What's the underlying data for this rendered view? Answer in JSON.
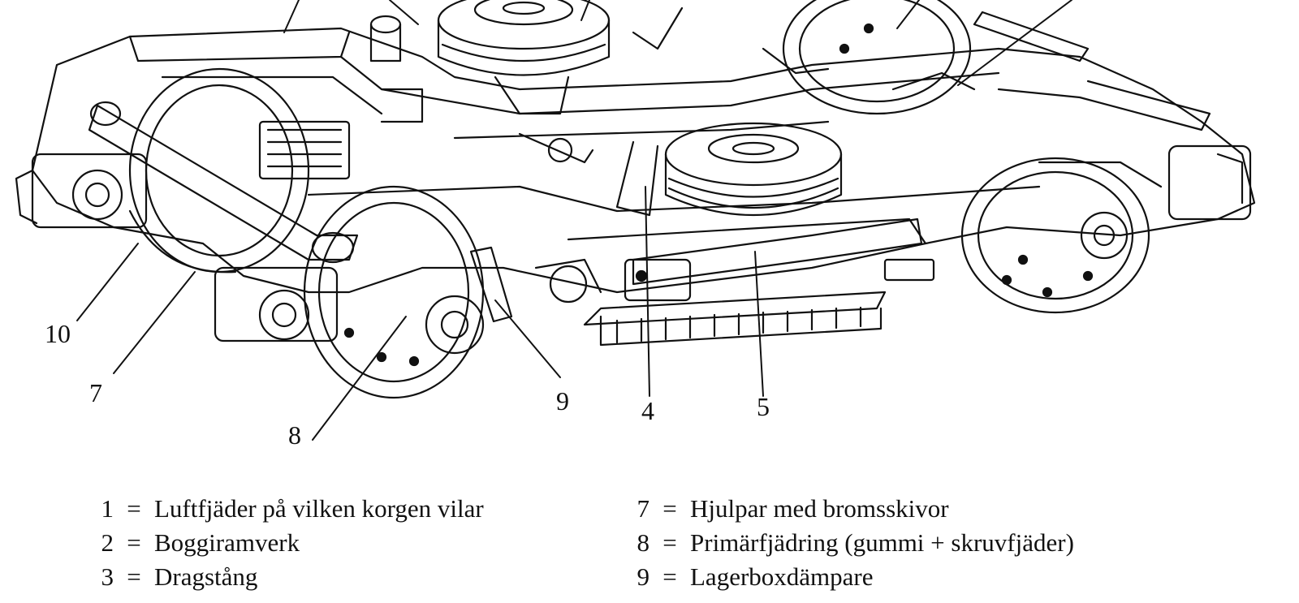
{
  "callouts": {
    "c10": "10",
    "c7": "7",
    "c8": "8",
    "c9": "9",
    "c4": "4",
    "c5": "5"
  },
  "legend": {
    "separator": "=",
    "left": [
      {
        "num": "1",
        "label": "Luftfjäder på vilken korgen vilar"
      },
      {
        "num": "2",
        "label": "Boggiramverk"
      },
      {
        "num": "3",
        "label": "Dragstång"
      }
    ],
    "right": [
      {
        "num": "7",
        "label": "Hjulpar med bromsskivor"
      },
      {
        "num": "8",
        "label": "Primärfjädring (gummi + skruvfjäder)"
      },
      {
        "num": "9",
        "label": "Lagerboxdämpare"
      }
    ]
  },
  "colors": {
    "ink": "#111111",
    "paper": "#ffffff"
  }
}
